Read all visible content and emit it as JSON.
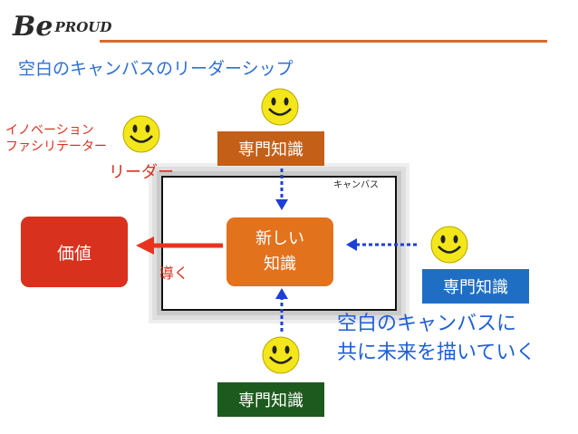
{
  "header": {
    "logo_letter": "Be",
    "logo_text": "PROUD",
    "title": "空白のキャンバスのリーダーシップ"
  },
  "diagram": {
    "canvas_label": "キャンバス",
    "value_label": "価値",
    "new_knowledge_line1": "新しい",
    "new_knowledge_line2": "知識",
    "expertise_top": "専門知識",
    "expertise_right": "専門知識",
    "expertise_bottom": "専門知識",
    "facilitator_line1": "イノベーション",
    "facilitator_line2": "ファシリテーター",
    "leader_label": "リーダー",
    "guide_label": "導く",
    "message_line1": "空白のキャンバスに",
    "message_line2": "共に未来を描いていく"
  },
  "colors": {
    "accent_orange": "#e3721c",
    "value_red": "#d8311e",
    "title_blue": "#2f6fd1",
    "expert_brown": "#c45f17",
    "expert_blue": "#1e6fc4",
    "expert_green": "#1d5a1d",
    "smiley_yellow": "#f3e61a"
  },
  "icons": [
    "smiley-icon",
    "right-arrow-icon",
    "dotted-arrow-icon"
  ]
}
